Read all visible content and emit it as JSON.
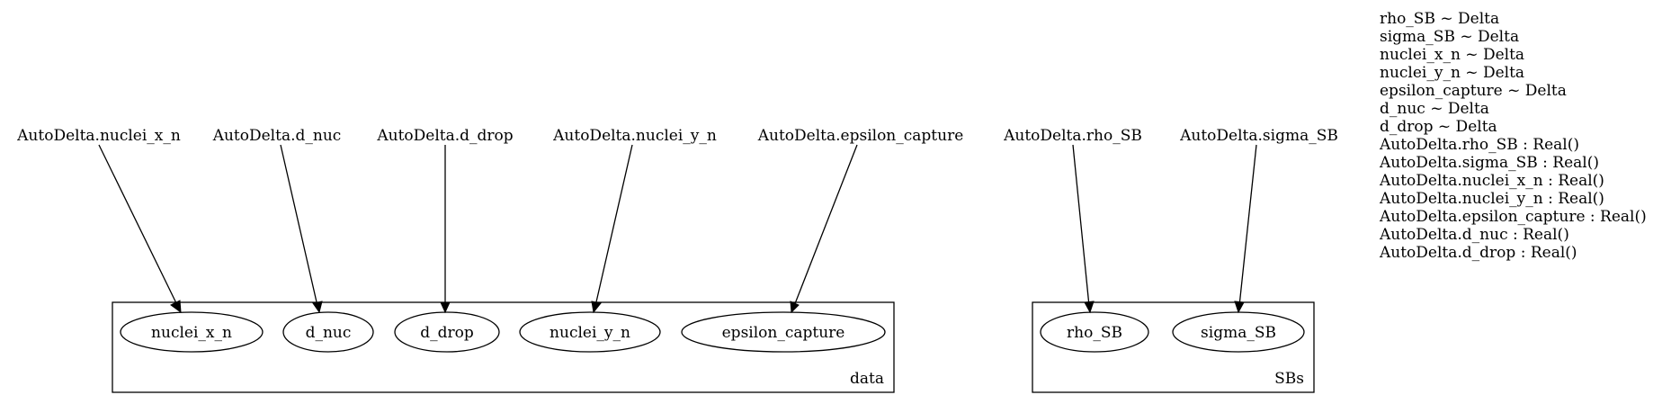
{
  "sources": [
    {
      "id": "s_nuclei_x_n",
      "label": "AutoDelta.nuclei_x_n",
      "target": "n_nuclei_x_n"
    },
    {
      "id": "s_d_nuc",
      "label": "AutoDelta.d_nuc",
      "target": "n_d_nuc"
    },
    {
      "id": "s_d_drop",
      "label": "AutoDelta.d_drop",
      "target": "n_d_drop"
    },
    {
      "id": "s_nuclei_y_n",
      "label": "AutoDelta.nuclei_y_n",
      "target": "n_nuclei_y_n"
    },
    {
      "id": "s_epsilon_capture",
      "label": "AutoDelta.epsilon_capture",
      "target": "n_epsilon_capture"
    },
    {
      "id": "s_rho_SB",
      "label": "AutoDelta.rho_SB",
      "target": "n_rho_SB"
    },
    {
      "id": "s_sigma_SB",
      "label": "AutoDelta.sigma_SB",
      "target": "n_sigma_SB"
    }
  ],
  "plates": [
    {
      "id": "plate_data",
      "label": "data",
      "nodes": [
        {
          "id": "n_nuclei_x_n",
          "label": "nuclei_x_n"
        },
        {
          "id": "n_d_nuc",
          "label": "d_nuc"
        },
        {
          "id": "n_d_drop",
          "label": "d_drop"
        },
        {
          "id": "n_nuclei_y_n",
          "label": "nuclei_y_n"
        },
        {
          "id": "n_epsilon_capture",
          "label": "epsilon_capture"
        }
      ]
    },
    {
      "id": "plate_SBs",
      "label": "SBs",
      "nodes": [
        {
          "id": "n_rho_SB",
          "label": "rho_SB"
        },
        {
          "id": "n_sigma_SB",
          "label": "sigma_SB"
        }
      ]
    }
  ],
  "distribution_lines": [
    "rho_SB ~ Delta",
    "sigma_SB ~ Delta",
    "nuclei_x_n ~ Delta",
    "nuclei_y_n ~ Delta",
    "epsilon_capture ~ Delta",
    "d_nuc ~ Delta",
    "d_drop ~ Delta",
    "AutoDelta.rho_SB : Real()",
    "AutoDelta.sigma_SB : Real()",
    "AutoDelta.nuclei_x_n : Real()",
    "AutoDelta.nuclei_y_n : Real()",
    "AutoDelta.epsilon_capture : Real()",
    "AutoDelta.d_nuc : Real()",
    "AutoDelta.d_drop : Real()"
  ]
}
